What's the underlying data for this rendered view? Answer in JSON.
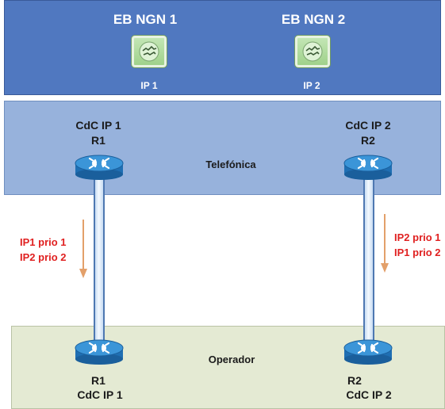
{
  "top": {
    "node1_title": "EB NGN 1",
    "node1_ip": "IP 1",
    "node2_title": "EB NGN 2",
    "node2_ip": "IP 2"
  },
  "telefonica": {
    "label": "Telefónica",
    "r1_title": "CdC IP 1",
    "r1_name": "R1",
    "r2_title": "CdC IP 2",
    "r2_name": "R2"
  },
  "priorities": {
    "left": [
      "IP1 prio 1",
      "IP2 prio 2"
    ],
    "right": [
      "IP2 prio 1",
      "IP1 prio 2"
    ]
  },
  "operador": {
    "label": "Operador",
    "r1_name": "R1",
    "r1_sub": "CdC IP 1",
    "r2_name": "R2",
    "r2_sub": "CdC IP 2"
  },
  "colors": {
    "top_band": "#5078c0",
    "mid_band": "#97b2dc",
    "bottom_band": "#e4ead3",
    "priority_text": "#e02020",
    "arrow": "#e3a06a"
  }
}
